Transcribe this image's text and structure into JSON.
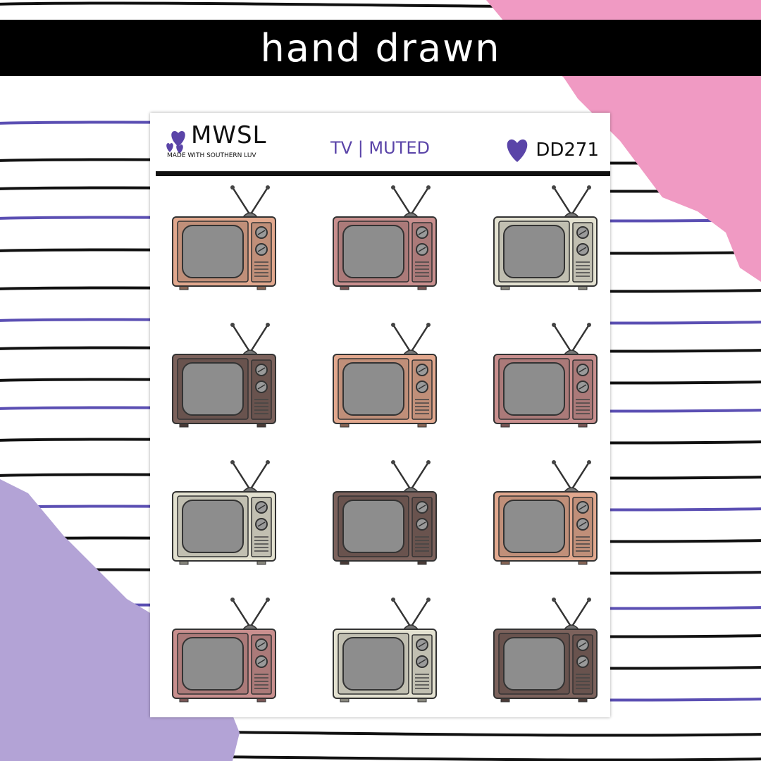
{
  "banner": {
    "title": "hand drawn"
  },
  "sheet": {
    "logo": {
      "text": "MWSL",
      "tagline": "MADE WITH SOUTHERN LUV"
    },
    "title": "TV | MUTED",
    "code": "DD271"
  },
  "colors": {
    "accent": "#5a44a8",
    "pink": "#f09ac3",
    "lavender": "#b3a3d6",
    "stripe_purple": "#5b4fb3"
  },
  "stickers": [
    {
      "name": "peach",
      "color": "#e2a88e"
    },
    {
      "name": "rose",
      "color": "#c98f8e"
    },
    {
      "name": "cream",
      "color": "#e3e1d0"
    },
    {
      "name": "brown",
      "color": "#7c625c"
    },
    {
      "name": "peach",
      "color": "#e2a88e"
    },
    {
      "name": "rose",
      "color": "#c98f8e"
    },
    {
      "name": "cream",
      "color": "#e3e1d0"
    },
    {
      "name": "brown",
      "color": "#7c625c"
    },
    {
      "name": "peach",
      "color": "#e2a88e"
    },
    {
      "name": "rose",
      "color": "#c98f8e"
    },
    {
      "name": "cream",
      "color": "#e3e1d0"
    },
    {
      "name": "brown",
      "color": "#7c625c"
    }
  ]
}
